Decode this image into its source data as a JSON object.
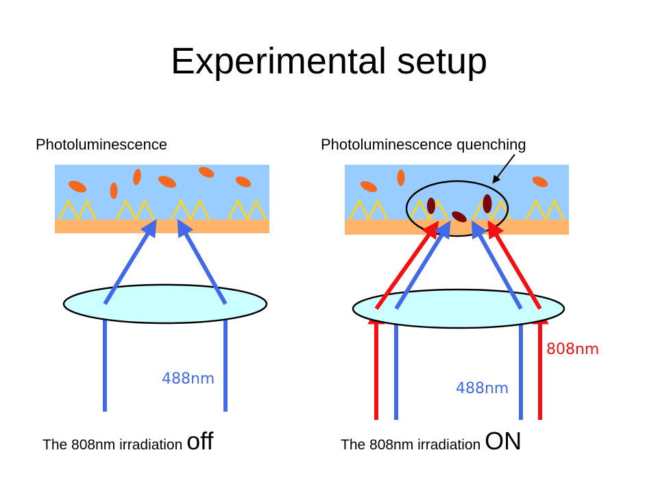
{
  "title": "Experimental setup",
  "left_panel": {
    "label": "Photoluminescence",
    "wavelength_label": "488nm",
    "caption_prefix": "The 808nm irradiation ",
    "caption_state": "off"
  },
  "right_panel": {
    "label": "Photoluminescence quenching",
    "wavelength_blue_label": "488nm",
    "wavelength_red_label": "808nm",
    "caption_prefix": "The 808nm irradiation ",
    "caption_state": "ON"
  },
  "colors": {
    "medium": "#99CCFF",
    "substrate": "#FFB36B",
    "pyramids": "#FFD21C",
    "particles": "#F26A21",
    "quenched_particles": "#7A0A0A",
    "lens": "#CCFFFF",
    "beam_488": "#4169E8",
    "beam_808": "#F41010"
  }
}
